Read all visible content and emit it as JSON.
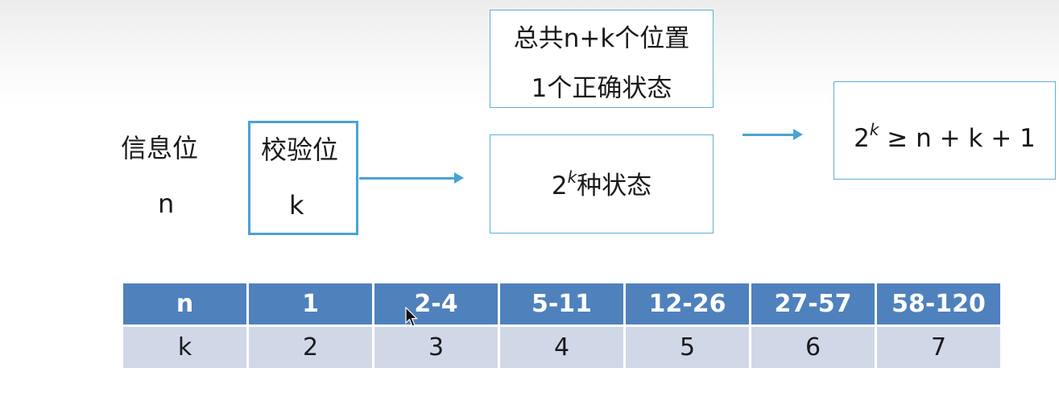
{
  "left": {
    "info_label": "信息位",
    "info_value": "n",
    "check_label": "校验位",
    "check_value": "k"
  },
  "top_box": {
    "line1": "总共n+k个位置",
    "line2": "1个正确状态"
  },
  "middle_box": {
    "base": "2",
    "exponent": "k",
    "suffix": "种状态"
  },
  "result_box": {
    "base": "2",
    "exponent": "k",
    "rhs": " ≥ n + k + 1"
  },
  "table": {
    "header_label": "n",
    "row_label": "k",
    "n_values": [
      "1",
      "2-4",
      "5-11",
      "12-26",
      "27-57",
      "58-120"
    ],
    "k_values": [
      "2",
      "3",
      "4",
      "5",
      "6",
      "7"
    ]
  },
  "colors": {
    "accent": "#4aa3d3",
    "table_header": "#4f81bd",
    "table_row": "#d0d8e8"
  }
}
